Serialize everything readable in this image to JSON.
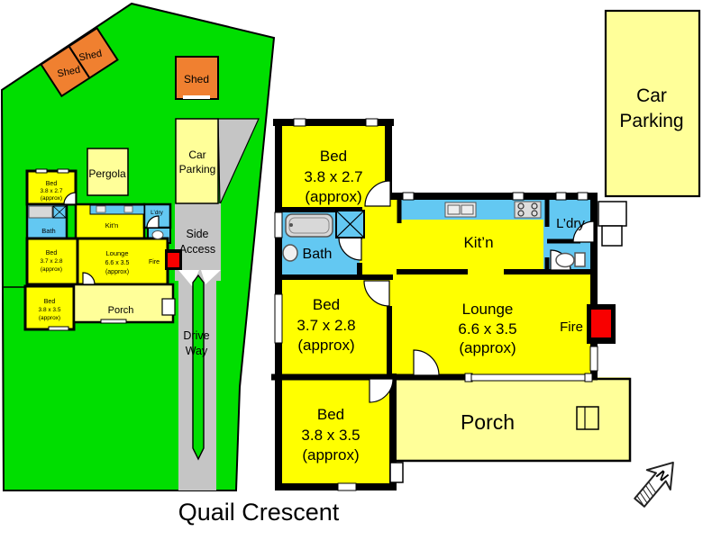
{
  "street_label": "Quail Crescent",
  "compass": {
    "north_label": "N"
  },
  "site": {
    "sheds": [
      "Shed",
      "Shed",
      "Shed"
    ],
    "pergola_label": "Pergola",
    "car_parking": {
      "line1": "Car",
      "line2": "Parking"
    },
    "side_access": {
      "line1": "Side",
      "line2": "Access"
    },
    "driveway": {
      "line1": "Drive",
      "line2": "Way"
    }
  },
  "rooms": {
    "bed1": {
      "name": "Bed",
      "dims": "3.8 x 2.7",
      "note": "(approx)"
    },
    "bed2": {
      "name": "Bed",
      "dims": "3.7 x 2.8",
      "note": "(approx)"
    },
    "bed3": {
      "name": "Bed",
      "dims": "3.8 x 3.5",
      "note": "(approx)"
    },
    "lounge": {
      "name": "Lounge",
      "dims": "6.6 x 3.5",
      "note": "(approx)"
    },
    "bath_label": "Bath",
    "kitchen_label": "Kit’n",
    "laundry_label": "L’dry",
    "fire_label": "Fire",
    "porch_label": "Porch",
    "car_parking": {
      "line1": "Car",
      "line2": "Parking"
    }
  },
  "colors": {
    "green": "#00DE00",
    "gray": "#C5C5C5",
    "yellow": "#FFFF00",
    "light_yellow": "#FFFF99",
    "orange": "#F08030",
    "blue": "#63C8F2",
    "red": "#F80000",
    "wall": "#000000",
    "tub": "#D8D8D8"
  }
}
